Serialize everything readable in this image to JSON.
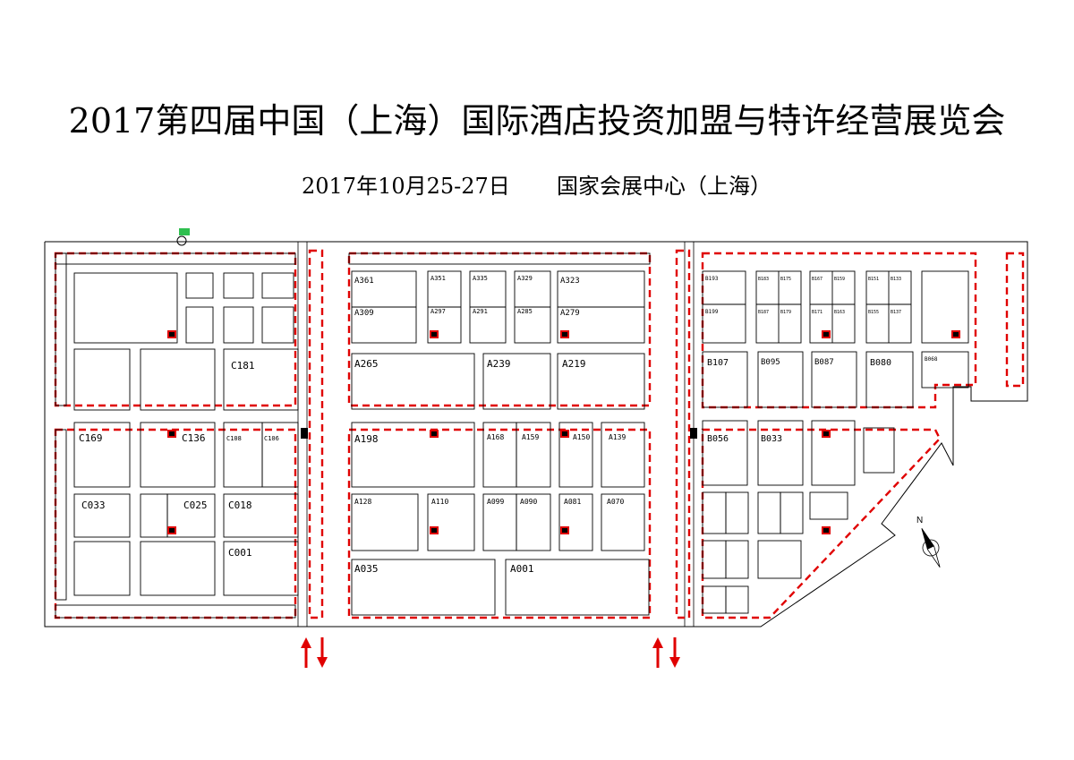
{
  "title": "2017第四届中国（上海）国际酒店投资加盟与特许经营展览会",
  "date": "2017年10月25-27日",
  "venue": "国家会展中心（上海）",
  "compass_label": "N",
  "colors": {
    "boundary": "#e00000",
    "stroke": "#000000",
    "arrow": "#e00000"
  },
  "booths": {
    "hall_c": [
      "C181",
      "C169",
      "C136",
      "C108",
      "C106",
      "C033",
      "C025",
      "C018",
      "C001"
    ],
    "hall_a": [
      "A361",
      "A351",
      "A335",
      "A329",
      "A323",
      "A309",
      "A297",
      "A291",
      "A285",
      "A279",
      "A265",
      "A239",
      "A219",
      "A198",
      "A168",
      "A159",
      "A150",
      "A139",
      "A128",
      "A110",
      "A099",
      "A090",
      "A081",
      "A070",
      "A035",
      "A001"
    ],
    "hall_b": [
      "B193",
      "B183",
      "B175",
      "B167",
      "B159",
      "B151",
      "B133",
      "B199",
      "B187",
      "B179",
      "B171",
      "B163",
      "B155",
      "B137",
      "B107",
      "B095",
      "B087",
      "B080",
      "B068",
      "B056",
      "B033"
    ]
  }
}
